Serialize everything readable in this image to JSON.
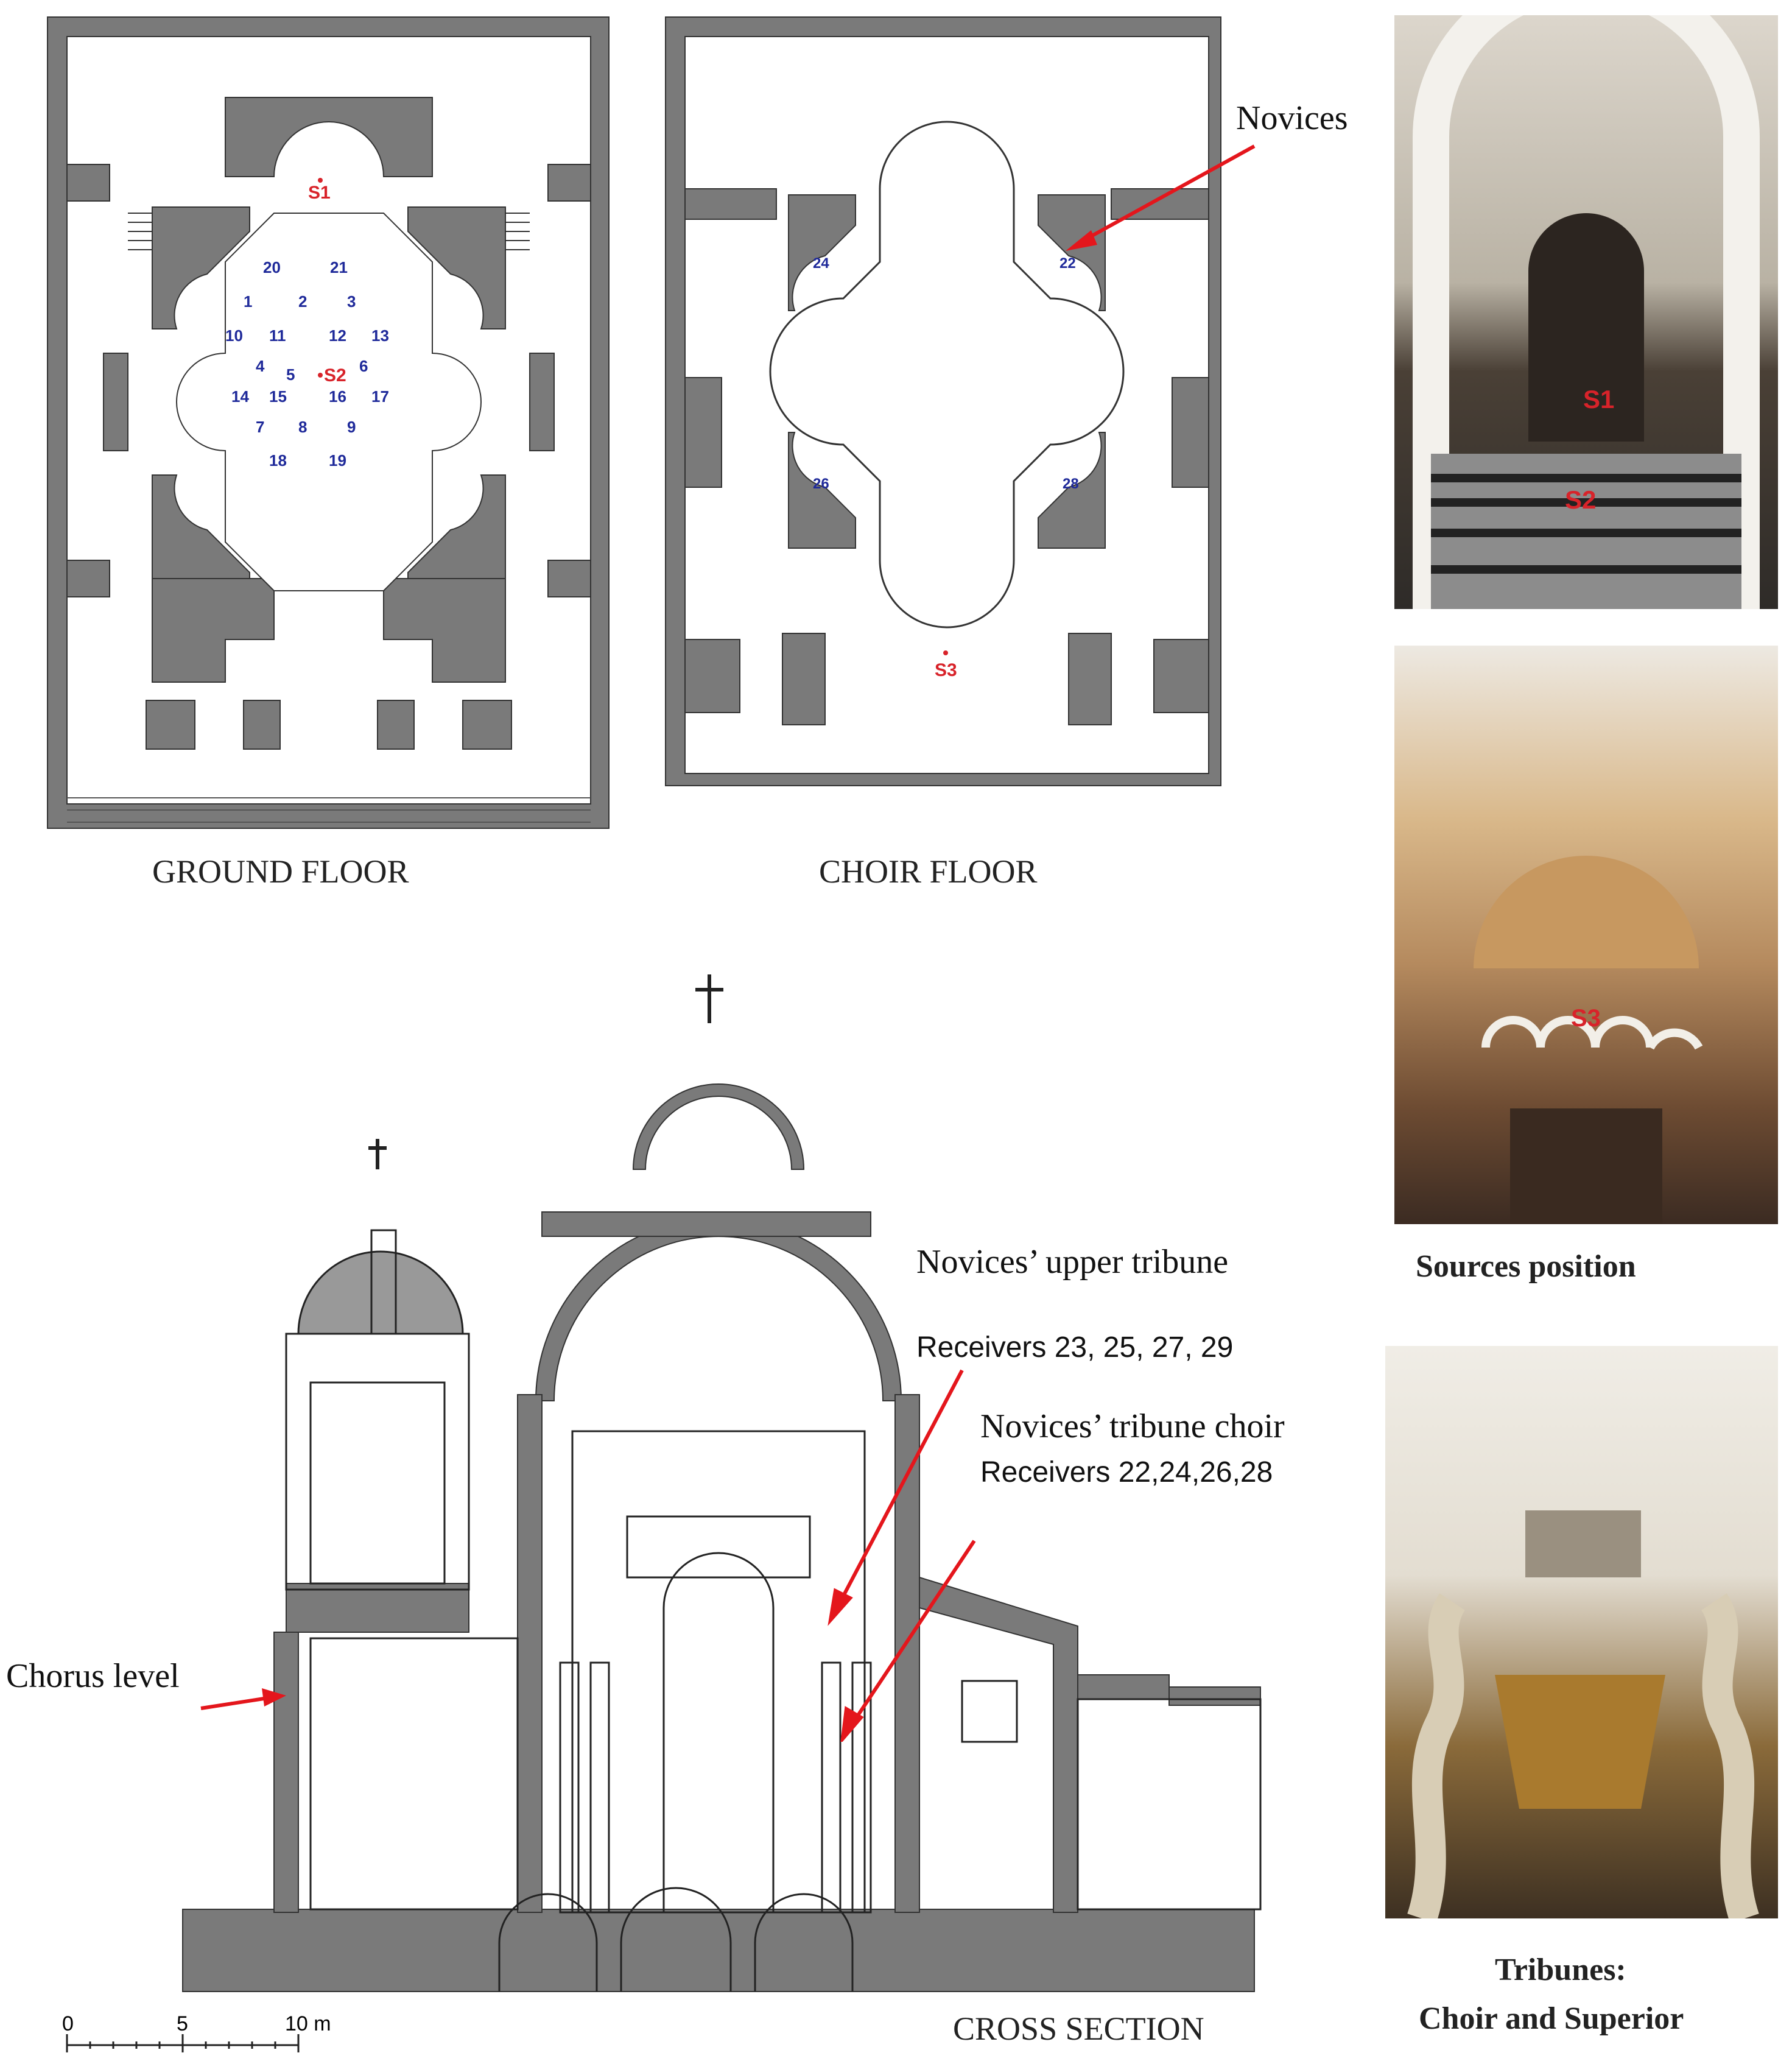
{
  "colors": {
    "wall": "#7a7a7a",
    "receiver": "#1f2a9a",
    "source": "#d8232a",
    "arrow": "#e4161c"
  },
  "ground_floor": {
    "caption": "GROUND FLOOR",
    "receivers": [
      "1",
      "2",
      "3",
      "4",
      "5",
      "6",
      "7",
      "8",
      "9",
      "10",
      "11",
      "12",
      "13",
      "14",
      "15",
      "16",
      "17",
      "18",
      "19",
      "20",
      "21"
    ],
    "sources": [
      "S1",
      "S2"
    ]
  },
  "choir_floor": {
    "caption": "CHOIR FLOOR",
    "receivers": [
      "22",
      "24",
      "26",
      "28"
    ],
    "sources": [
      "S3"
    ],
    "novices_label": "Novices"
  },
  "cross_section": {
    "caption": "CROSS SECTION",
    "upper_tribune": "Novices’ upper tribune",
    "upper_receivers": "Receivers 23, 25, 27, 29",
    "tribune_choir": "Novices’ tribune choir",
    "choir_receivers": "Receivers 22,24,26,28",
    "chorus_level": "Chorus level",
    "scale": {
      "t0": "0",
      "t5": "5",
      "t10": "10 m"
    }
  },
  "photos": {
    "top_labels": [
      "S1",
      "S2"
    ],
    "middle_label": "S3",
    "sources_caption": "Sources position",
    "tribunes_caption_1": "Tribunes:",
    "tribunes_caption_2": "Choir and Superior"
  }
}
